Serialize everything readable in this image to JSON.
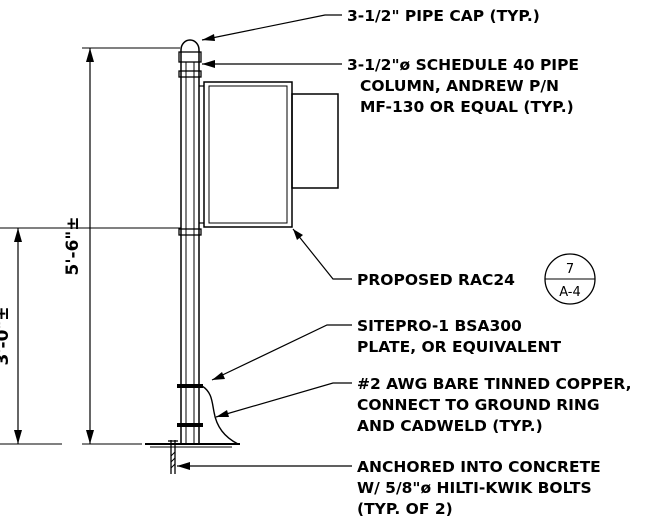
{
  "notes": {
    "pipe_cap": "3-1/2\" PIPE CAP (TYP.)",
    "pipe_column": [
      "3-1/2\"ø SCHEDULE 40 PIPE",
      "COLUMN, ANDREW P/N",
      "MF-130 OR EQUAL (TYP.)"
    ],
    "rac": "PROPOSED RAC24",
    "plate": [
      "SITEPRO-1 BSA300",
      "PLATE, OR EQUIVALENT"
    ],
    "ground": [
      "#2 AWG BARE TINNED COPPER,",
      "CONNECT TO GROUND RING",
      "AND CADWELD (TYP.)"
    ],
    "anchor": [
      "ANCHORED INTO CONCRETE",
      "W/ 5/8\"ø HILTI-KWIK BOLTS",
      "(TYP. OF 2)"
    ]
  },
  "dimensions": {
    "overall": "5'-6\"±",
    "lower": "3'-0\"±"
  },
  "detail_ref": {
    "number": "7",
    "sheet": "A-4"
  }
}
